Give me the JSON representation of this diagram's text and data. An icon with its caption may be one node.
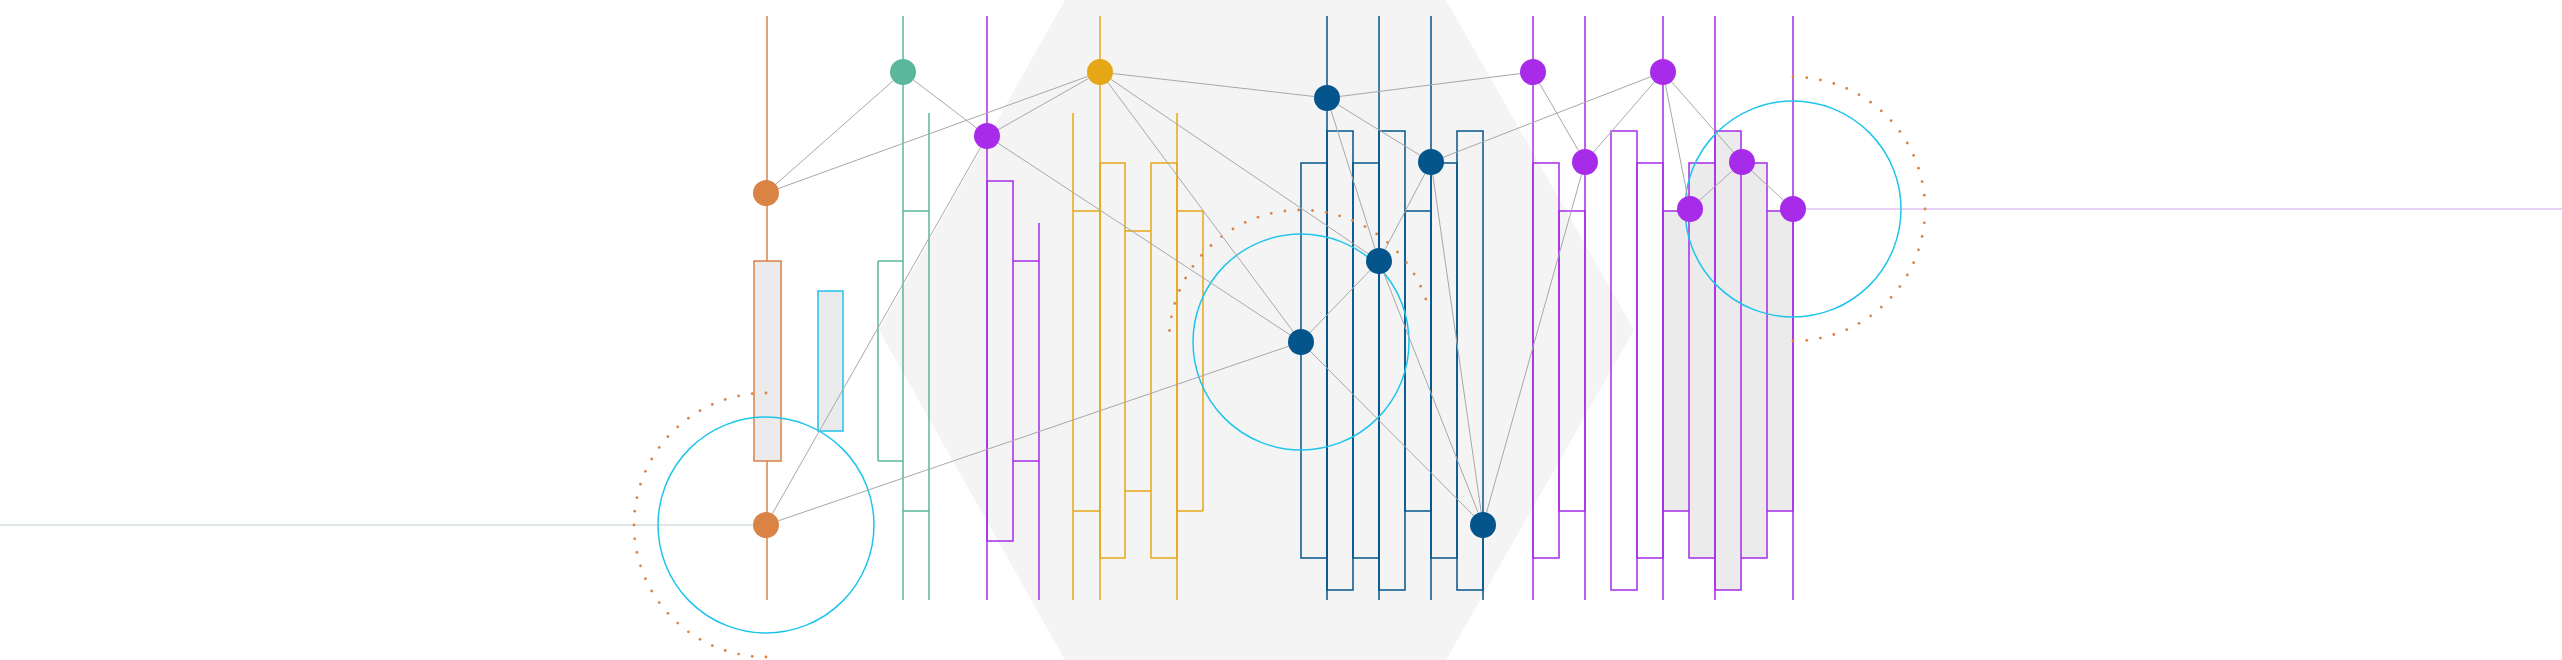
{
  "diagram": {
    "nodes": [
      {
        "text": [],
        "shape": "circle"
      },
      {
        "text": [],
        "shape": "circle"
      },
      {
        "text": [],
        "shape": "circle"
      },
      {
        "text": [],
        "shape": "circle"
      },
      {
        "text": [],
        "shape": "circle"
      },
      {
        "text": [],
        "shape": "circle"
      },
      {
        "text": [],
        "shape": "circle"
      },
      {
        "text": [],
        "shape": "circle"
      },
      {
        "text": [],
        "shape": "circle"
      },
      {
        "text": [],
        "shape": "circle"
      },
      {
        "text": [],
        "shape": "circle"
      },
      {
        "text": [],
        "shape": "circle"
      },
      {
        "text": [],
        "shape": "circle"
      },
      {
        "text": [],
        "shape": "circle"
      },
      {
        "text": [],
        "shape": "circle"
      },
      {
        "text": [],
        "shape": "circle"
      }
    ],
    "edges": [
      {
        "from": 2,
        "to": 0,
        "arrow": "none"
      },
      {
        "from": 2,
        "to": 3,
        "arrow": "none"
      },
      {
        "from": 0,
        "to": 4,
        "arrow": "none"
      },
      {
        "from": 3,
        "to": 4,
        "arrow": "none"
      },
      {
        "from": 3,
        "to": 1,
        "arrow": "none"
      },
      {
        "from": 3,
        "to": 6,
        "arrow": "none"
      },
      {
        "from": 1,
        "to": 6,
        "arrow": "none"
      },
      {
        "from": 4,
        "to": 5,
        "arrow": "none"
      },
      {
        "from": 4,
        "to": 7,
        "arrow": "none"
      },
      {
        "from": 4,
        "to": 6,
        "arrow": "none"
      },
      {
        "from": 5,
        "to": 10,
        "arrow": "none"
      },
      {
        "from": 5,
        "to": 8,
        "arrow": "none"
      },
      {
        "from": 5,
        "to": 7,
        "arrow": "none"
      },
      {
        "from": 8,
        "to": 7,
        "arrow": "none"
      },
      {
        "from": 7,
        "to": 6,
        "arrow": "none"
      },
      {
        "from": 6,
        "to": 9,
        "arrow": "none"
      },
      {
        "from": 7,
        "to": 9,
        "arrow": "none"
      },
      {
        "from": 8,
        "to": 9,
        "arrow": "none"
      },
      {
        "from": 8,
        "to": 12,
        "arrow": "none"
      },
      {
        "from": 10,
        "to": 11,
        "arrow": "none"
      },
      {
        "from": 11,
        "to": 12,
        "arrow": "none"
      },
      {
        "from": 11,
        "to": 9,
        "arrow": "none"
      },
      {
        "from": 12,
        "to": 13,
        "arrow": "none"
      },
      {
        "from": 12,
        "to": 14,
        "arrow": "none"
      },
      {
        "from": 13,
        "to": 14,
        "arrow": "none"
      },
      {
        "from": 14,
        "to": 15,
        "arrow": "none"
      }
    ]
  }
}
